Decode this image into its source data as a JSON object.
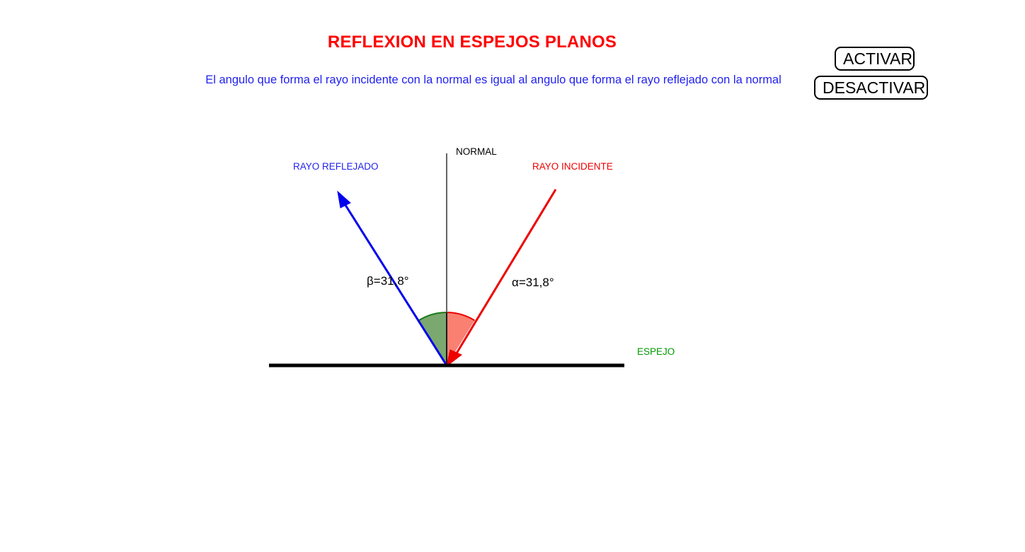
{
  "header": {
    "title": "REFLEXION EN ESPEJOS PLANOS",
    "subtitle": "El angulo que forma el rayo incidente con la normal es igual al angulo que forma el rayo reflejado con la normal",
    "title_color": "#ff0000",
    "subtitle_color": "#2222ee"
  },
  "buttons": {
    "activar": "ACTIVAR",
    "desactivar": "DESACTIVAR"
  },
  "diagram": {
    "labels": {
      "normal": "NORMAL",
      "reflected_ray": "RAYO REFLEJADO",
      "incident_ray": "RAYO INCIDENTE",
      "mirror": "ESPEJO",
      "angle_beta": "β=31,8°",
      "angle_alpha": "α=31,8°"
    },
    "values": {
      "incidence_angle_deg": 31.8,
      "reflection_angle_deg": 31.8,
      "angle_unit": "°",
      "decimal_separator": ","
    },
    "colors": {
      "incident_ray": "#ee0000",
      "reflected_ray": "#0000ee",
      "normal_line": "#666666",
      "mirror_line": "#000000",
      "mirror_label": "#009900",
      "incidence_sector_fill": "#fa8072",
      "incidence_sector_stroke": "#ee0000",
      "reflection_sector_fill": "#7aa86e",
      "reflection_sector_stroke": "#1a7a1a"
    }
  }
}
